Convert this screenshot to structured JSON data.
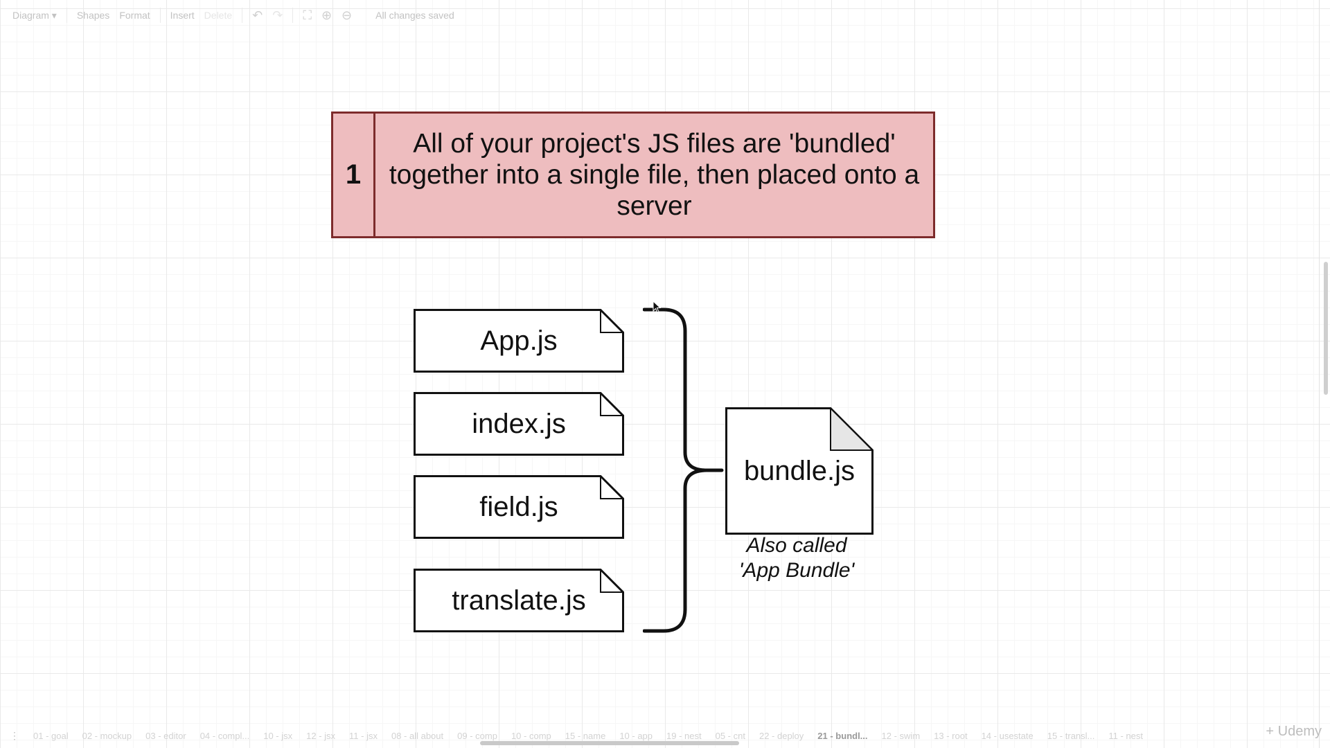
{
  "toolbar": {
    "diagram": "Diagram",
    "shapes": "Shapes",
    "format": "Format",
    "insert": "Insert",
    "delete": "Delete",
    "status": "All changes saved",
    "icons": [
      "undo-icon",
      "redo-icon",
      "fullscreen-icon",
      "zoom-in-icon",
      "zoom-out-icon"
    ]
  },
  "diagram": {
    "step_number": "1",
    "title": "All of your project's JS files are 'bundled' together into a single file, then placed onto a server",
    "files": [
      "App.js",
      "index.js",
      "field.js",
      "translate.js"
    ],
    "bundle": "bundle.js",
    "caption_line1": "Also called",
    "caption_line2": "'App Bundle'",
    "colors": {
      "title_fill": "#eebdbf",
      "title_border": "#7d2b2b",
      "stroke": "#111111"
    }
  },
  "tabs": [
    "01 - goal",
    "02 - mockup",
    "03 - editor",
    "04 - compl...",
    "10 - jsx",
    "12 - jsx",
    "11 - jsx",
    "08 - all about",
    "09 - comp",
    "10 - comp",
    "15 - name",
    "10 - app",
    "19 - nest",
    "05 - cnt",
    "22 - deploy",
    "21 - bundl...",
    "12 - swim",
    "13 - root",
    "14 - usestate",
    "15 - transl...",
    "11 - nest"
  ],
  "active_tab": "21 - bundl...",
  "brand": "Udemy"
}
